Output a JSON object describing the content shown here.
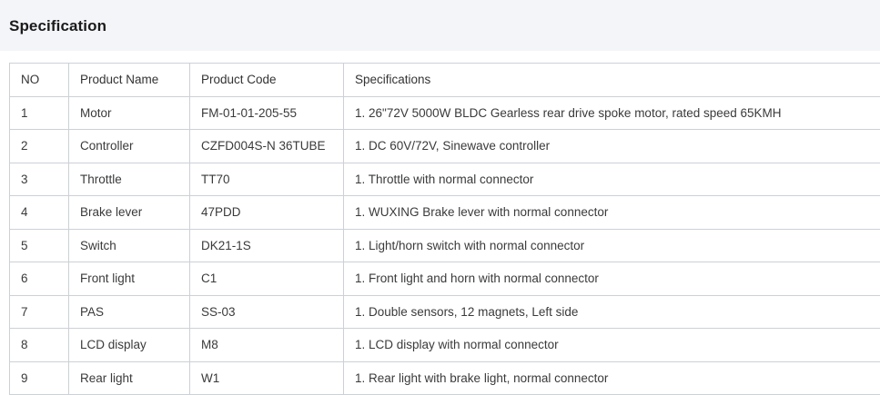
{
  "section": {
    "title": "Specification"
  },
  "table": {
    "columns": [
      {
        "key": "no",
        "label": "NO"
      },
      {
        "key": "name",
        "label": "Product Name"
      },
      {
        "key": "code",
        "label": "Product Code"
      },
      {
        "key": "spec",
        "label": "Specifications"
      }
    ],
    "rows": [
      {
        "no": "1",
        "name": "Motor",
        "code": "FM-01-01-205-55",
        "spec": "1. 26\"72V 5000W BLDC Gearless rear drive spoke motor, rated speed 65KMH"
      },
      {
        "no": "2",
        "name": "Controller",
        "code": "CZFD004S-N 36TUBE",
        "spec": "1. DC 60V/72V, Sinewave controller"
      },
      {
        "no": "3",
        "name": "Throttle",
        "code": "TT70",
        "spec": "1. Throttle with normal connector"
      },
      {
        "no": "4",
        "name": "Brake lever",
        "code": "47PDD",
        "spec": "1. WUXING Brake lever with normal connector"
      },
      {
        "no": "5",
        "name": "Switch",
        "code": "DK21-1S",
        "spec": "1. Light/horn switch with normal connector"
      },
      {
        "no": "6",
        "name": "Front light",
        "code": "C1",
        "spec": "1. Front light and horn with normal connector"
      },
      {
        "no": "7",
        "name": "PAS",
        "code": "SS-03",
        "spec": "1. Double sensors, 12 magnets, Left side"
      },
      {
        "no": "8",
        "name": "LCD display",
        "code": "M8",
        "spec": "1. LCD display with normal connector"
      },
      {
        "no": "9",
        "name": "Rear light",
        "code": "W1",
        "spec": "1. Rear light with brake light, normal connector"
      }
    ]
  },
  "colors": {
    "header_band": "#f4f5f9",
    "border": "#ccd1d6",
    "title_text": "#1b1b1b",
    "body_text": "#3a3a3a"
  }
}
